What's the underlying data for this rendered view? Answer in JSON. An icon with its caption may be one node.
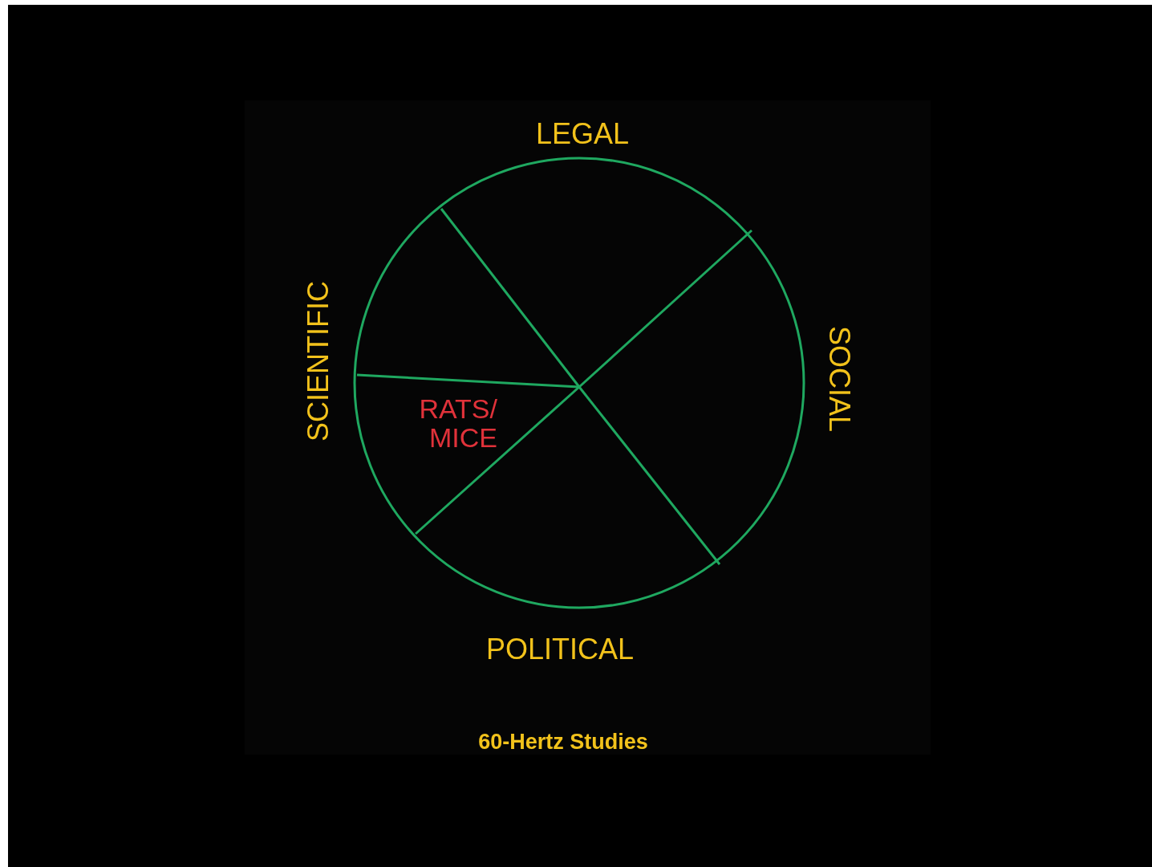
{
  "diagram": {
    "caption": "60-Hertz Studies",
    "labels": [
      "LEGAL",
      "SCIENTIFIC",
      "SOCIAL",
      "RATS/ MICE",
      "POLITICAL"
    ]
  }
}
